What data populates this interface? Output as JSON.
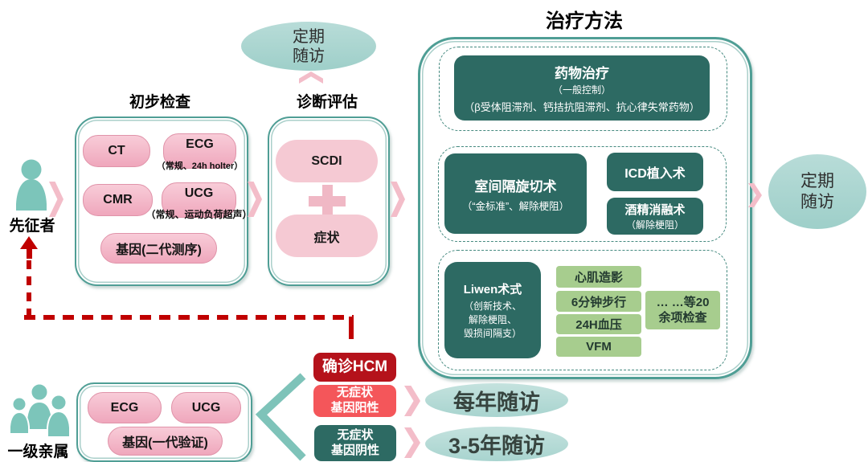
{
  "titles": {
    "initial_exam": "初步检查",
    "diagnosis": "诊断评估",
    "treatment": "治疗方法"
  },
  "actors": {
    "proband": "先征者",
    "relatives": "一级亲属"
  },
  "followups": {
    "top": {
      "line1": "定期",
      "line2": "随访"
    },
    "right": {
      "line1": "定期",
      "line2": "随访"
    },
    "annual": "每年随访",
    "every_3_5_years": "3-5年随访"
  },
  "initial_exam": {
    "ct": "CT",
    "ecg": "ECG",
    "ecg_sub": "（常规、24h holter）",
    "cmr": "CMR",
    "ucg": "UCG",
    "ucg_sub": "（常规、运动负荷超声）",
    "gene": "基因(二代测序)"
  },
  "diagnosis": {
    "scdi": "SCDI",
    "plus": "+",
    "symptom": "症状"
  },
  "treatment": {
    "drug": {
      "title": "药物治疗",
      "sub": "（一般控制）",
      "detail": "（β受体阻滞剂、钙拮抗阻滞剂、抗心律失常药物）"
    },
    "surgery": {
      "septal_title": "室间隔旋切术",
      "septal_sub": "（“金标准”、解除梗阻）",
      "icd": "ICD植入术",
      "alcohol_title": "酒精消融术",
      "alcohol_sub": "（解除梗阻）"
    },
    "liwen": {
      "title": "Liwen术式",
      "sub_line1": "（创新技术、",
      "sub_line2": "解除梗阻、",
      "sub_line3": "毁损间隔支）",
      "checks": [
        "心肌造影",
        "6分钟步行",
        "24H血压",
        "VFM"
      ],
      "more_line1": "… …等20",
      "more_line2": "余项检查"
    }
  },
  "family_exam": {
    "ecg": "ECG",
    "ucg": "UCG",
    "gene": "基因(一代验证)"
  },
  "outcomes": {
    "confirmed": "确诊HCM",
    "asym_positive_line1": "无症状",
    "asym_positive_line2": "基因阳性",
    "asym_negative_line1": "无症状",
    "asym_negative_line2": "基因阴性"
  },
  "colors": {
    "teal_dark_box": "#2d6a63",
    "teal_border": "#4f9e95",
    "teal_icon": "#7cc5ba",
    "teal_ellipse": "#a9d5d1",
    "pink_pill": "#efa7bc",
    "pink_pill_light": "#f5c9d3",
    "pink_arrow": "#f3bdc9",
    "green_light": "#a7cd8e",
    "red_dark": "#b5121b",
    "red_coral": "#f4565a",
    "red_line": "#c00000"
  }
}
